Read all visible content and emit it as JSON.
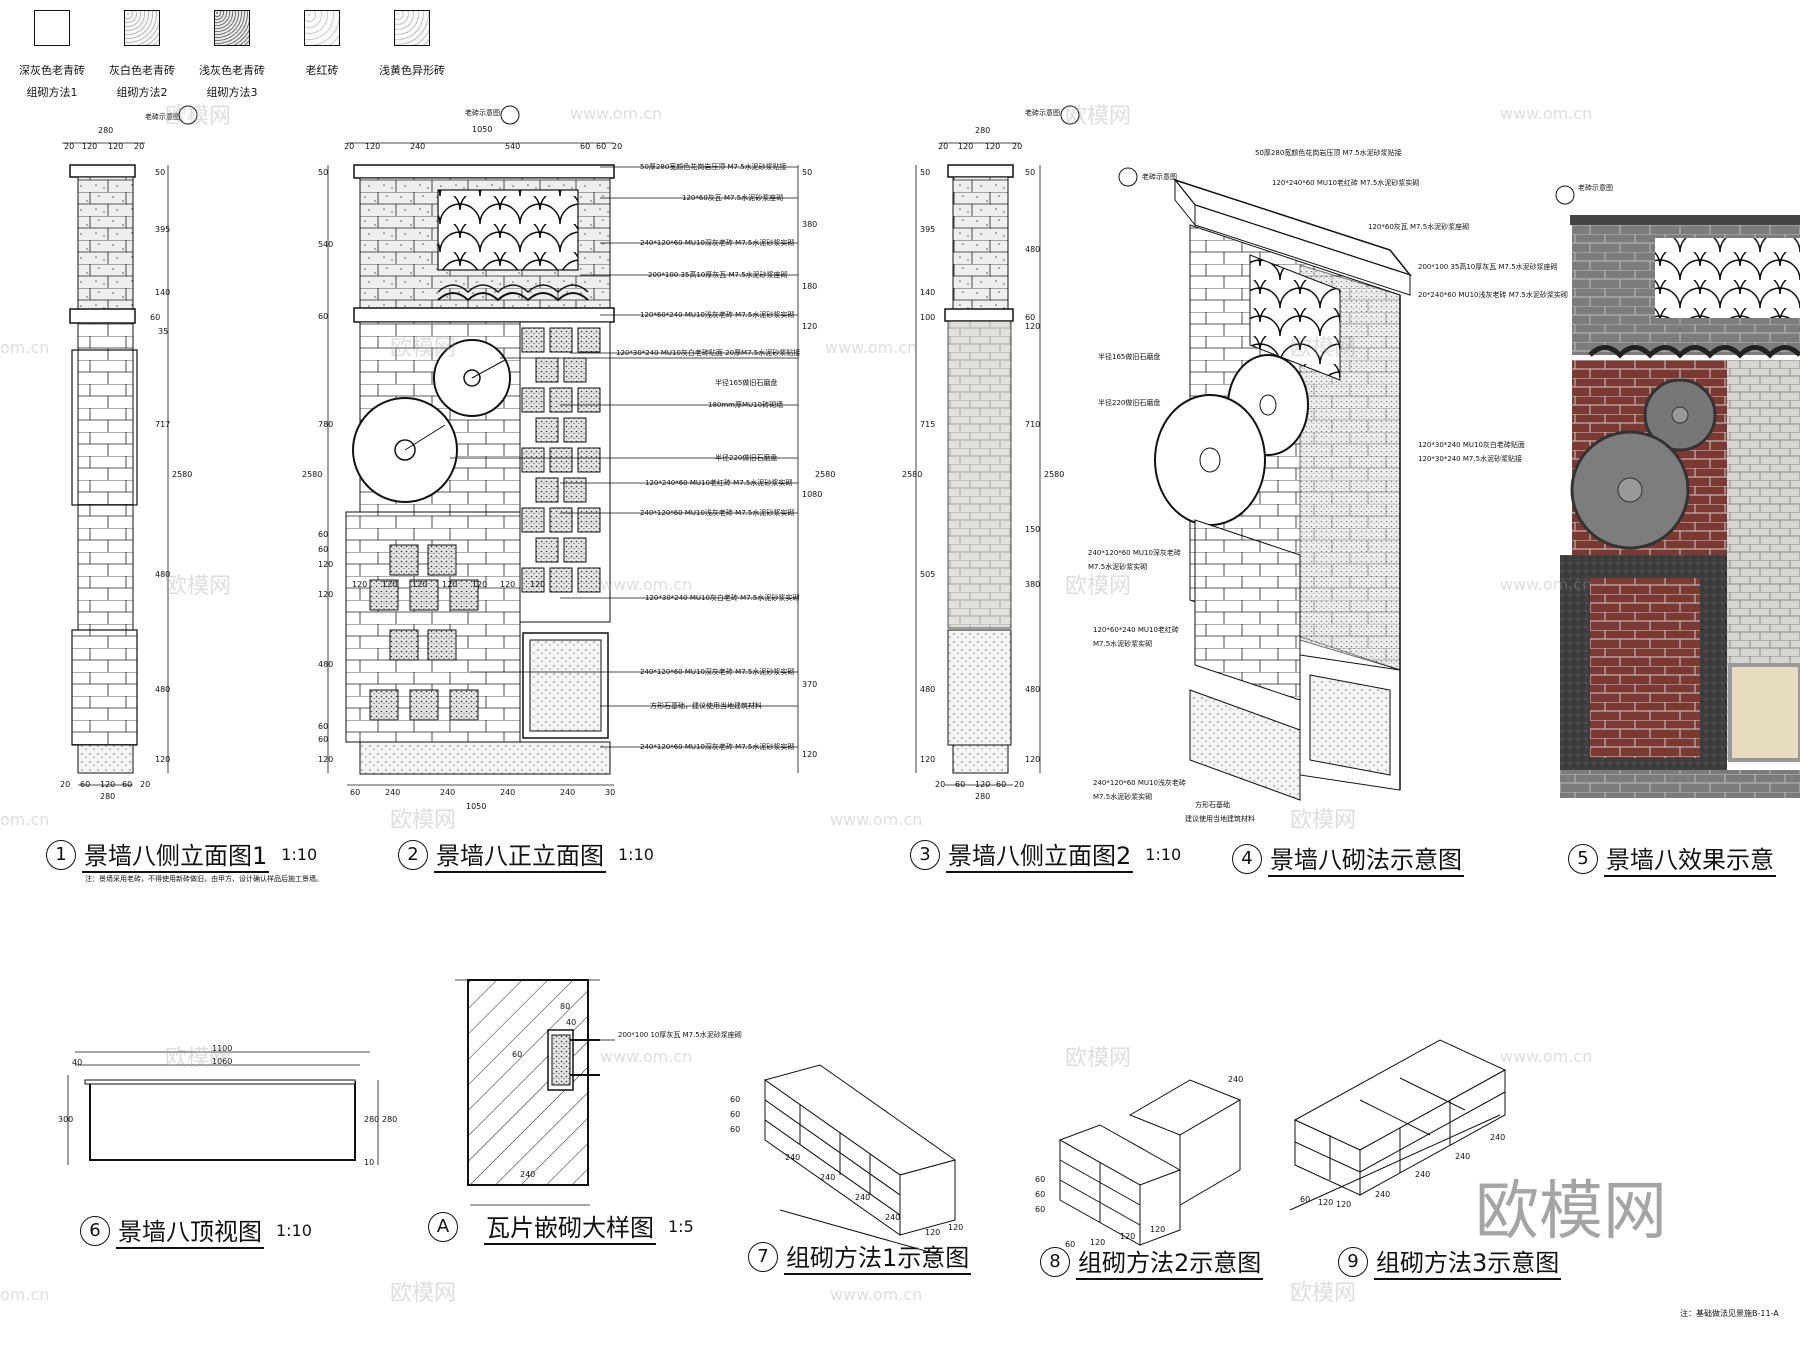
{
  "legend": [
    {
      "label": "深灰色老青砖",
      "sub": "组砌方法1",
      "fill": "#ffffff"
    },
    {
      "label": "灰白色老青砖",
      "sub": "组砌方法2",
      "fill": "#e6e6e6"
    },
    {
      "label": "浅灰色老青砖",
      "sub": "组砌方法3",
      "fill": "#d4d4d4"
    },
    {
      "label": "老红砖",
      "sub": "",
      "fill": "#f4f4f4"
    },
    {
      "label": "浅黄色异形砖",
      "sub": "",
      "fill": "#f0f0f0"
    }
  ],
  "titles": {
    "t1": {
      "num": "1",
      "text": "景墙八侧立面图1",
      "scale": "1:10"
    },
    "t2": {
      "num": "2",
      "text": "景墙八正立面图",
      "scale": "1:10"
    },
    "t3": {
      "num": "3",
      "text": "景墙八侧立面图2",
      "scale": "1:10"
    },
    "t4": {
      "num": "4",
      "text": "景墙八砌法示意图",
      "scale": ""
    },
    "t5": {
      "num": "5",
      "text": "景墙八效果示意",
      "scale": ""
    },
    "t6": {
      "num": "6",
      "text": "景墙八顶视图",
      "scale": "1:10"
    },
    "tA": {
      "num": "A",
      "text": "瓦片嵌砌大样图",
      "scale": "1:5"
    },
    "t7": {
      "num": "7",
      "text": "组砌方法1示意图",
      "scale": ""
    },
    "t8": {
      "num": "8",
      "text": "组砌方法2示意图",
      "scale": ""
    },
    "t9": {
      "num": "9",
      "text": "组砌方法3示意图",
      "scale": ""
    }
  },
  "notes": {
    "note1": "注：景墙采用老砖，不得使用新砖做旧，由甲方、设计确认样品后施工景墙。",
    "note_bottom": "注：基础做法见景施B-11-A",
    "ref_old_brick": "老砖示意图"
  },
  "annotations_front": [
    "50厚280宽颜色花岗岩压顶 M7.5水泥砂浆贴接",
    "120*60灰瓦 M7.5水泥砂浆座砌",
    "240*120*60 MU10深灰老砖 M7.5水泥砂浆实砌",
    "200*100 35高10厚灰瓦 M7.5水泥砂浆座砌",
    "120*60*240 MU10浅灰老砖 M7.5水泥砂浆实砌",
    "120*30*240 MU10灰白老砖贴面 20厚M7.5水泥砂浆贴接",
    "半径165做旧石磨盘",
    "180mm厚MU10砖砌墙",
    "半径220做旧石磨盘",
    "120*240*60 MU10老红砖 M7.5水泥砂浆实砌",
    "240*120*60 MU10浅灰老砖 M7.5水泥砂浆实砌",
    "120*30*240 MU10灰白老砖 M7.5水泥砂浆实砌",
    "240*120*60 MU10深灰老砖 M7.5水泥砂浆实砌",
    "方形石基础，建议使用当地建筑材料",
    "240*120*60 MU10深灰老砖 M7.5水泥砂浆实砌"
  ],
  "annotations_iso": [
    "50厚280宽颜色花岗岩压顶 M7.5水泥砂浆贴接",
    "120*240*60 MU10老红砖 M7.5水泥砂浆实砌",
    "120*60灰瓦 M7.5水泥砂浆座砌",
    "200*100 35高10厚灰瓦 M7.5水泥砂浆座砌",
    "20*240*60 MU10浅灰老砖 M7.5水泥砂浆实砌",
    "半径165做旧石磨盘",
    "半径220做旧石磨盘",
    "120*30*240 MU10灰白老砖贴面",
    "120*30*240 M7.5水泥砂浆贴接",
    "240*120*60 MU10深灰老砖",
    "M7.5水泥砂浆实砌",
    "120*60*240 MU10老红砖",
    "M7.5水泥砂浆实砌",
    "方形石基础",
    "建议使用当地建筑材料",
    "240*120*60 MU10浅灰老砖",
    "M7.5水泥砂浆实砌"
  ],
  "detailA": {
    "ann": "200*100 10厚灰瓦 M7.5水泥砂浆座砌",
    "dims": [
      "80",
      "240",
      "60",
      "40"
    ]
  },
  "dims": {
    "d1_top": [
      "280",
      "20",
      "120",
      "120",
      "20"
    ],
    "d1_bot": [
      "20",
      "60",
      "120",
      "60",
      "20",
      "280"
    ],
    "d1_right": [
      "50",
      "395",
      "140",
      "60",
      "35",
      "717",
      "480",
      "480",
      "120",
      "2580"
    ],
    "d2_top": [
      "1050",
      "20",
      "120",
      "240",
      "540",
      "60",
      "60",
      "20"
    ],
    "d2_bot": [
      "60",
      "240",
      "240",
      "240",
      "240",
      "30",
      "1050"
    ],
    "d2_left": [
      "50",
      "540",
      "60",
      "780",
      "60",
      "60",
      "120",
      "120",
      "480",
      "60",
      "60",
      "120",
      "2580"
    ],
    "d2_right": [
      "50",
      "380",
      "180",
      "120",
      "1080",
      "370",
      "120",
      "2580"
    ],
    "d2_mid": [
      "120",
      "120",
      "120",
      "120",
      "120",
      "120",
      "120"
    ],
    "d3_top": [
      "280",
      "20",
      "120",
      "120",
      "20"
    ],
    "d3_bot": [
      "20",
      "60",
      "120",
      "60",
      "20",
      "280"
    ],
    "d3_left": [
      "50",
      "395",
      "140",
      "100",
      "715",
      "505",
      "480",
      "120",
      "2580"
    ],
    "d3_right": [
      "50",
      "480",
      "60",
      "120",
      "710",
      "150",
      "380",
      "480",
      "120",
      "2580"
    ],
    "d6": [
      "1100",
      "1060",
      "40",
      "300",
      "280",
      "280",
      "10"
    ],
    "d7": [
      "60",
      "60",
      "60",
      "240",
      "240",
      "240",
      "240",
      "120",
      "120"
    ],
    "d8": [
      "60",
      "60",
      "60",
      "60",
      "120",
      "120",
      "120",
      "240"
    ],
    "d9": [
      "60",
      "120",
      "120",
      "240",
      "240",
      "240",
      "240"
    ]
  },
  "watermark": {
    "brand": "欧模网",
    "url": "www.om.cn",
    "dom": "om.cn"
  }
}
